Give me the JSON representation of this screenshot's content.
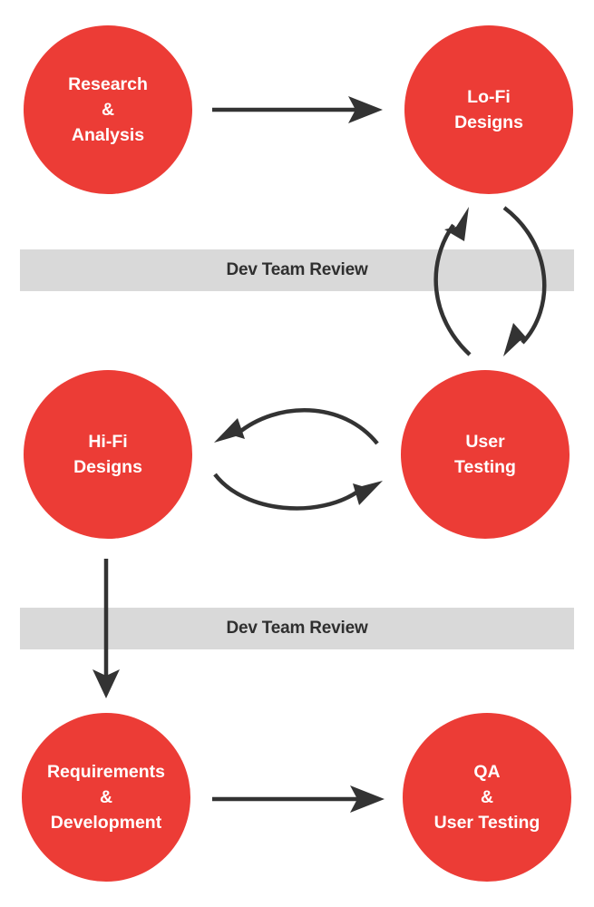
{
  "colors": {
    "node_fill": "#ec3c36",
    "node_text": "#ffffff",
    "band_fill": "#d9d9d9",
    "band_text": "#2f2f2f",
    "arrow": "#333333"
  },
  "bands": [
    {
      "label": "Dev Team Review"
    },
    {
      "label": "Dev Team Review"
    }
  ],
  "nodes": {
    "research": {
      "lines": [
        "Research",
        "&",
        "Analysis"
      ]
    },
    "lofi": {
      "lines": [
        "Lo-Fi",
        "Designs"
      ]
    },
    "hifi": {
      "lines": [
        "Hi-Fi",
        "Designs"
      ]
    },
    "user_testing": {
      "lines": [
        "User",
        "Testing"
      ]
    },
    "requirements": {
      "lines": [
        "Requirements",
        "&",
        "Development"
      ]
    },
    "qa": {
      "lines": [
        "QA",
        "&",
        "User Testing"
      ]
    }
  },
  "edges": [
    {
      "from": "research",
      "to": "lofi"
    },
    {
      "from": "lofi",
      "to": "user_testing"
    },
    {
      "from": "user_testing",
      "to": "lofi"
    },
    {
      "from": "user_testing",
      "to": "hifi"
    },
    {
      "from": "hifi",
      "to": "user_testing"
    },
    {
      "from": "hifi",
      "to": "requirements"
    },
    {
      "from": "requirements",
      "to": "qa"
    }
  ]
}
